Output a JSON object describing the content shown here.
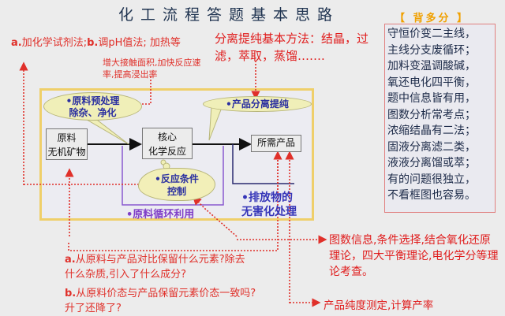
{
  "title": "化工流程答题基本思路",
  "annotations": {
    "pretreatment_methods": {
      "a_prefix": "a.",
      "a_text": "加化学试剂法;",
      "b_prefix": "b.",
      "b_text": "调pH值法;",
      "rest": " 加热等"
    },
    "increase_contact": "增大接触面积,加快反应速率,提高浸出率",
    "separation_methods": "分离提纯基本方法：结晶，过滤，萃取，蒸馏……."
  },
  "diagram": {
    "raw_material": {
      "line1": "原料",
      "line2": "无机矿物"
    },
    "core": {
      "line1": "核心",
      "line2": "化学反应"
    },
    "product": "所需产品",
    "pretreatment_bubble": {
      "line1": "•原料预处理",
      "line2": "除杂、净化"
    },
    "separation_bubble": "•产品分离提纯",
    "condition_cloud": {
      "line1": "•反应条件",
      "line2": "控制"
    },
    "recycle_label": "•原料循环利用",
    "emission_label": {
      "line1": "•排放物的",
      "line2": "无害化处理"
    }
  },
  "mnemonic": {
    "heading": "【 背多分 】",
    "lines": [
      "守恒价变二主线，",
      "主线分支废循环；",
      "加料变温调酸碱，",
      "氧还电化四平衡，",
      "题中信息皆有用，",
      "图数分析常考点；",
      "浓缩结晶有二法；",
      "固液分离滤二类，",
      "液液分离馏或萃；",
      "有的问题很独立，",
      "不看框图也容易。"
    ]
  },
  "questions": {
    "a": {
      "prefix": "a.",
      "line1": "从原料与产品对比保留什么元素?除去",
      "line2": "什么杂质,引入了什么成分?"
    },
    "b": {
      "prefix": "b.",
      "line1": "从原料价态与产品保留元素价态一致吗?",
      "line2": "升了还降了?"
    }
  },
  "graph_info": "图数信息,条件选择,结合氧化还原理论，四大平衡理论,电化学分等理论考查。",
  "purity": "产品纯度测定,计算产率",
  "colors": {
    "red": "#e0302a",
    "frame": "#efcf6a",
    "blue": "#3535b8",
    "purple": "#8040c8",
    "bubble": "#f0efb8",
    "mnemonic_border": "#e08080"
  }
}
